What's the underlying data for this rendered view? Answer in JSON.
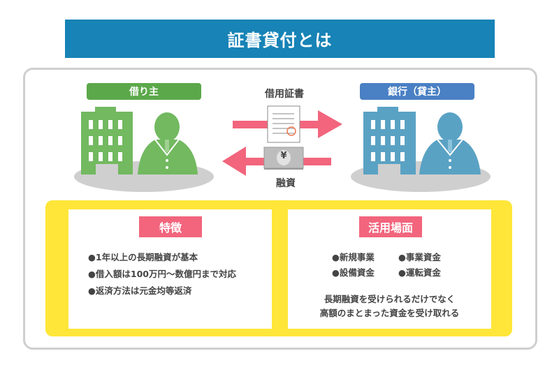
{
  "title": "証書貸付とは",
  "borrower": {
    "label": "借り主",
    "color": "#5ba84a"
  },
  "lender": {
    "label": "銀行（貸主）",
    "color": "#4a80c4"
  },
  "flow": {
    "document_label": "借用証書",
    "loan_label": "融資",
    "money_symbol": "¥"
  },
  "features": {
    "heading": "特徴",
    "items": [
      "●1年以上の長期融資が基本",
      "●借入額は100万円～数億円まで対応",
      "●返済方法は元金均等返済"
    ]
  },
  "uses": {
    "heading": "活用場面",
    "items": [
      "●新規事業",
      "●事業資金",
      "●設備資金",
      "●運転資金"
    ],
    "note_lines": [
      "長期融資を受けられるだけでなく",
      "高額のまとまった資金を受け取れる"
    ]
  },
  "colors": {
    "title": "#1783b6",
    "pink": "#f2657d",
    "yellow": "#ffe639",
    "green": "#72b960",
    "blue": "#5aa2c4"
  }
}
